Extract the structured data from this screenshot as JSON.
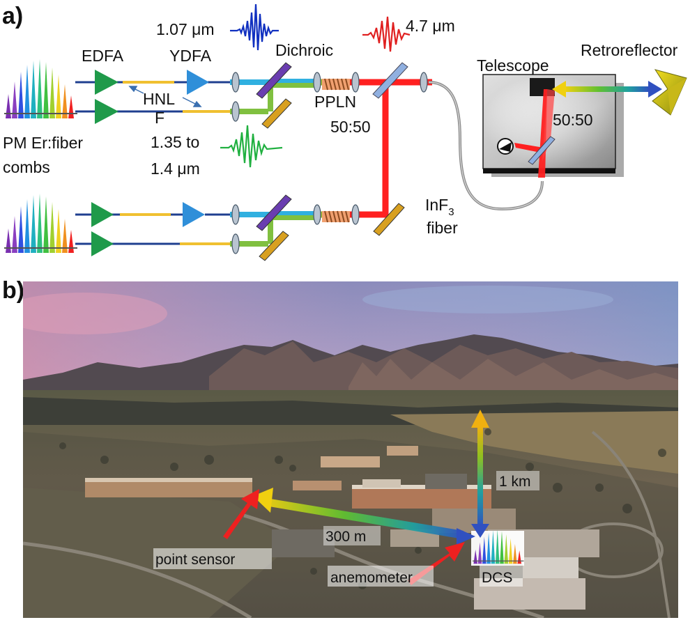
{
  "panel_a": {
    "label": "a)",
    "edfa": "EDFA",
    "ydfa": "YDFA",
    "dichroic": "Dichroic",
    "hnlf_line1": "HNL",
    "hnlf_line2": "F",
    "pm_line1": "PM Er:fiber",
    "pm_line2": "combs",
    "wl_1_07": "1.07 μm",
    "wl_4_7": "4.7 μm",
    "wl_135_line1": "1.35 to",
    "wl_135_line2": "1.4 μm",
    "ppln": "PPLN",
    "bs_5050": "50:50",
    "telescope": "Telescope",
    "telescope_bs": "50:50",
    "retroreflector": "Retroreflector",
    "fiber_line1": "InF",
    "fiber_sub": "3",
    "fiber_line2": "fiber"
  },
  "panel_b": {
    "label": "b)",
    "dist_1km": "1 km",
    "dist_300m": "300 m",
    "point_sensor": "point sensor",
    "anemometer": "anemometer",
    "dcs": "DCS"
  },
  "colors": {
    "edfa": "#1f9a4a",
    "ydfa": "#2f8fd9",
    "mid_ir": "#ff2020",
    "pulse_blue": "#1030c0",
    "pulse_red": "#e02020",
    "pulse_green": "#20b040",
    "fiber_yellow": "#f0c030",
    "fiber_blue": "#1f3f8f"
  },
  "icons": [
    "comb-spectrum-icon",
    "retroreflector-icon",
    "telescope-icon"
  ]
}
